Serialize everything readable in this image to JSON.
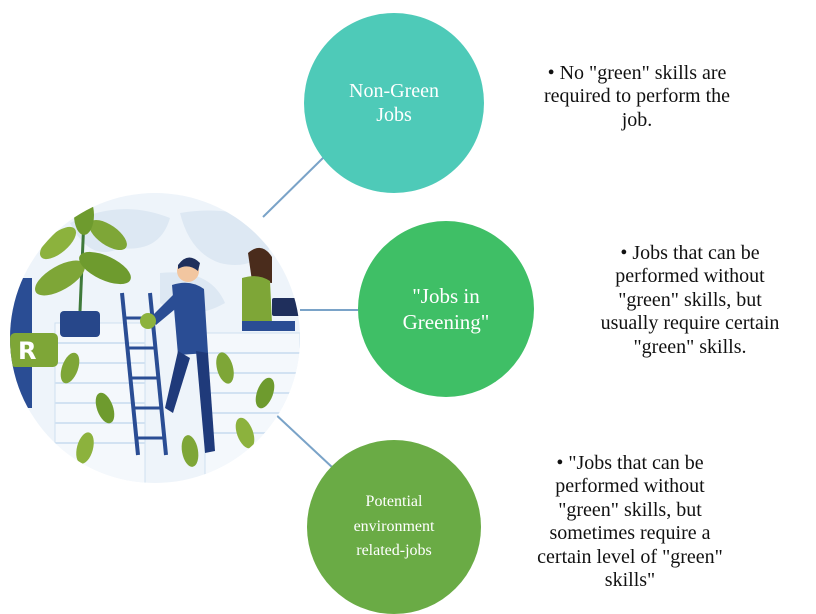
{
  "diagram": {
    "center": {
      "image": "green-workers-illustration"
    },
    "nodes": [
      {
        "label_lines": [
          "Non-Green",
          "Jobs"
        ],
        "color": "#4ecab8",
        "description_lines": [
          "• No \"green\" skills are",
          "required to perform the",
          "job."
        ]
      },
      {
        "label_lines": [
          "\"Jobs in",
          "Greening\""
        ],
        "color": "#3fbf66",
        "description_lines": [
          "• Jobs that can be",
          "performed without",
          "\"green\" skills, but",
          "usually require certain",
          "\"green\" skills."
        ]
      },
      {
        "label_lines": [
          "Potential",
          "environment",
          "related-jobs"
        ],
        "color": "#6aab45",
        "description_lines": [
          "• \"Jobs that can be",
          "performed without",
          "\"green\" skills, but",
          "sometimes require a",
          "certain level of \"green\"",
          "skills\""
        ]
      }
    ]
  }
}
